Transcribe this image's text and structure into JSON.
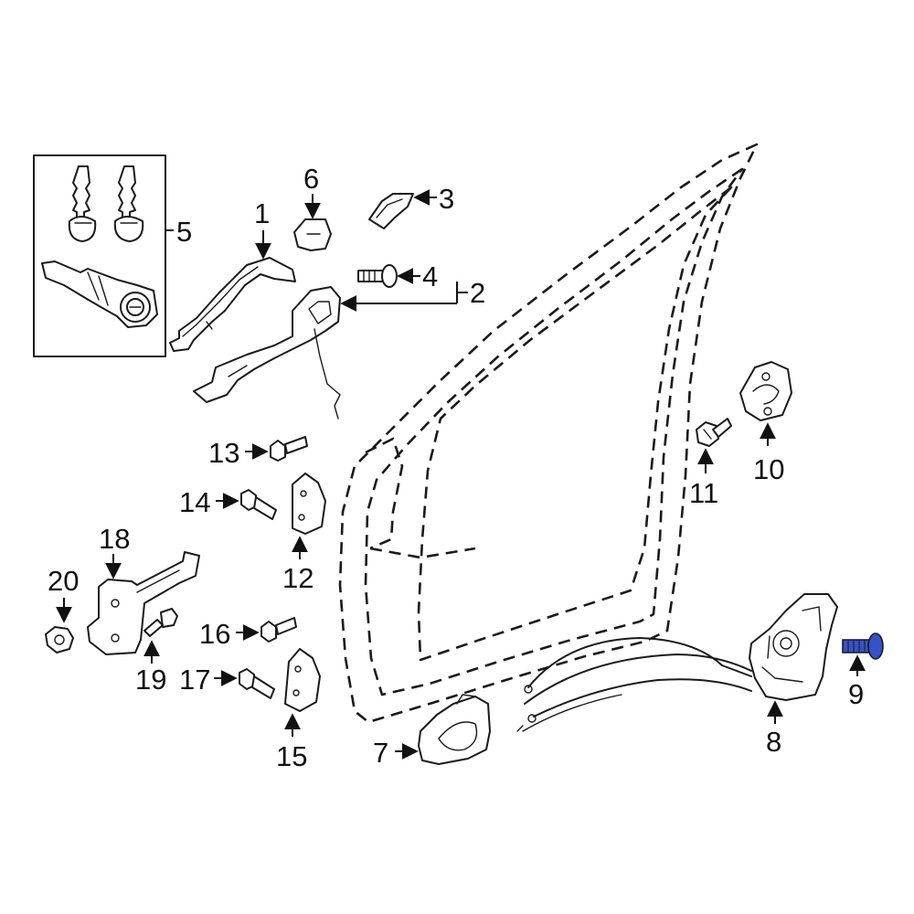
{
  "diagram": {
    "callouts": {
      "c1": "1",
      "c2": "2",
      "c3": "3",
      "c4": "4",
      "c5": "5",
      "c6": "6",
      "c7": "7",
      "c8": "8",
      "c9": "9",
      "c10": "10",
      "c11": "11",
      "c12": "12",
      "c13": "13",
      "c14": "14",
      "c15": "15",
      "c16": "16",
      "c17": "17",
      "c18": "18",
      "c19": "19",
      "c20": "20"
    },
    "highlighted_part": "9",
    "colors": {
      "line": "#1a1a1a",
      "highlight": "#3552c8",
      "background": "#ffffff"
    }
  }
}
